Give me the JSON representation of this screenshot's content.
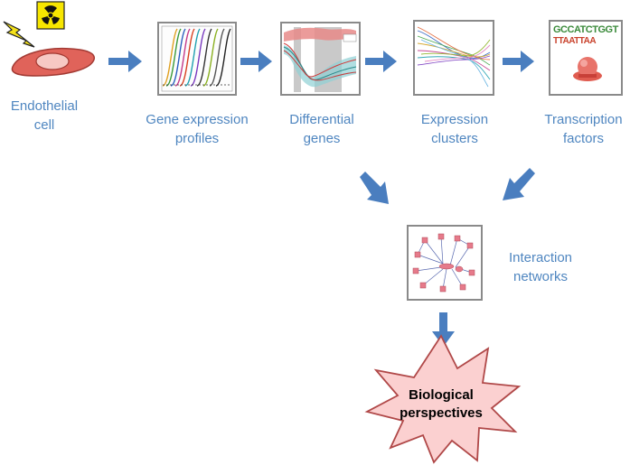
{
  "steps": [
    {
      "line1": "Endothelial",
      "line2": "cell"
    },
    {
      "line1": "Gene expression",
      "line2": "profiles"
    },
    {
      "line1": "Differential",
      "line2": "genes"
    },
    {
      "line1": "Expression",
      "line2": "clusters"
    },
    {
      "line1": "Transcription",
      "line2": "factors"
    }
  ],
  "network": {
    "line1": "Interaction",
    "line2": "networks"
  },
  "outcome": {
    "line1": "Biological",
    "line2": "perspectives"
  },
  "motif": {
    "row1": "GCCATCTGGT",
    "row2": "TTAATTAA"
  },
  "colors": {
    "label": "#4f86c0",
    "arrow": "#4a7ebf",
    "cell": "#e0635a",
    "star_fill": "#fbd0d0",
    "star_stroke": "#b04848",
    "hazard": "#f7e600"
  }
}
